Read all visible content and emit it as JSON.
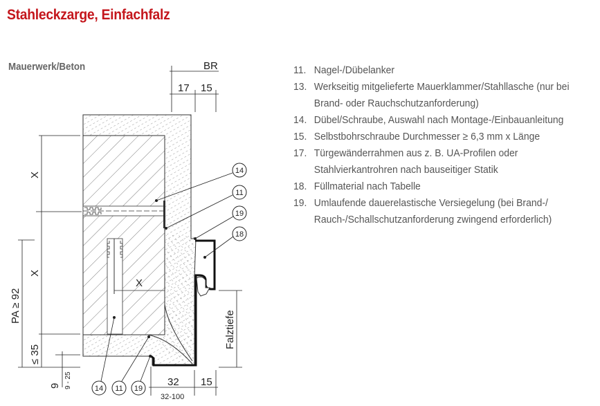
{
  "title": "Stahleckzarge, Einfachfalz",
  "subtitle": "Mauerwerk/Beton",
  "dimensions": {
    "br": "BR",
    "d17": "17",
    "d15_top": "15",
    "x1": "X",
    "x2": "X",
    "x3": "X",
    "pa": "PA ≥ 92",
    "le35": "≤ 35",
    "d9": "9",
    "d9_25": "9 - 25",
    "d32": "32",
    "d15_bottom": "15",
    "d32_100": "32-100",
    "falztiefe": "Falztiefe"
  },
  "callouts": {
    "c14": "14",
    "c11": "11",
    "c19": "19",
    "c18": "18",
    "b14": "14",
    "b11": "11",
    "b19": "19"
  },
  "legend": [
    {
      "num": "11.",
      "text": "Nagel-/Dübelanker"
    },
    {
      "num": "13.",
      "text": "Werkseitig mitgelieferte Mauerklammer/Stahllasche (nur bei Brand- oder Rauchschutzanforderung)"
    },
    {
      "num": "14.",
      "text": "Dübel/Schraube, Auswahl nach Montage-/Einbauanleitung"
    },
    {
      "num": "15.",
      "text": "Selbstbohrschraube Durchmesser ≥ 6,3 mm x Länge"
    },
    {
      "num": "17.",
      "text": "Türgewänderrahmen aus z. B. UA-Profilen oder Stahlvierkantrohren nach bauseitiger Statik"
    },
    {
      "num": "18.",
      "text": "Füllmaterial nach Tabelle"
    },
    {
      "num": "19.",
      "text": "Umlaufende dauerelastische Versiegelung (bei Brand-/ Rauch-/Schallschutzanforderung zwingend erforderlich)"
    }
  ],
  "colors": {
    "title": "#c4161c",
    "text": "#555555"
  }
}
